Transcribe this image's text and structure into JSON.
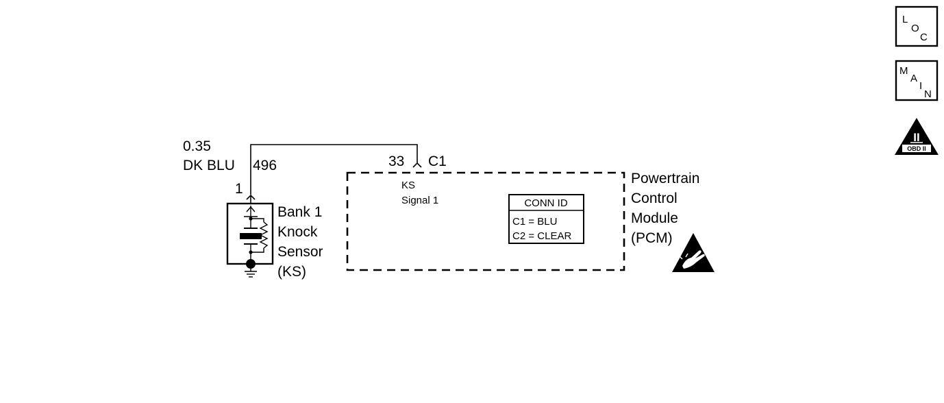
{
  "wire": {
    "size": "0.35",
    "color": "DK BLU",
    "circuit": "496"
  },
  "sensor": {
    "pin": "1",
    "name_lines": [
      "Bank 1",
      "Knock",
      "Sensor",
      "(KS)"
    ]
  },
  "pcm": {
    "pin": "33",
    "connector": "C1",
    "signal_lines": [
      "KS",
      "Signal 1"
    ],
    "name_lines": [
      "Powertrain",
      "Control",
      "Module",
      "(PCM)"
    ],
    "conn_id": {
      "title": "CONN ID",
      "rows": [
        "C1 = BLU",
        "C2 = CLEAR"
      ]
    }
  },
  "nav": {
    "loc": {
      "chars": [
        "L",
        "O",
        "C"
      ]
    },
    "main": {
      "chars": [
        "M",
        "A",
        "I",
        "N"
      ]
    },
    "obd": {
      "numeral": "II",
      "label": "OBD II"
    }
  }
}
